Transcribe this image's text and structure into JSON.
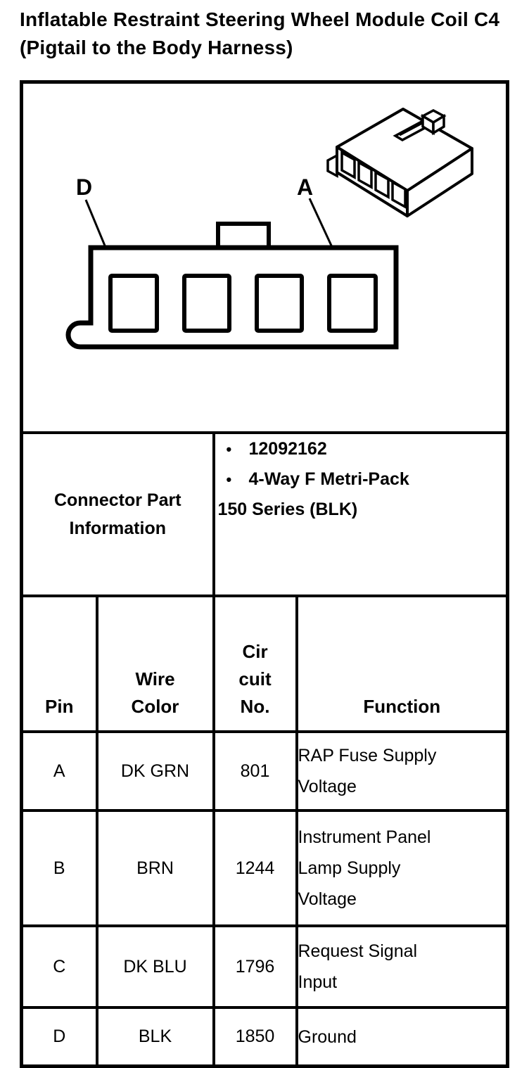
{
  "document": {
    "title_line1": "Inflatable Restraint Steering Wheel Module Coil C4",
    "title_line2": "(Pigtail to the Body Harness)"
  },
  "diagram": {
    "pin_label_left": "D",
    "pin_label_right": "A"
  },
  "connector_info": {
    "row_label": "Connector Part\nInformation",
    "bullet_char": "•",
    "bullets": [
      "12092162",
      "4-Way F Metri-Pack"
    ],
    "bullet_continuation": "150 Series (BLK)"
  },
  "pinout_table": {
    "headers": {
      "pin": "Pin",
      "wire_color": "Wire\nColor",
      "circuit_no": "Cir\ncuit\nNo.",
      "function": "Function"
    },
    "rows": [
      {
        "pin": "A",
        "wire_color": "DK GRN",
        "circuit_no": "801",
        "function": "RAP Fuse Supply\nVoltage"
      },
      {
        "pin": "B",
        "wire_color": "BRN",
        "circuit_no": "1244",
        "function": "Instrument Panel\nLamp Supply\nVoltage"
      },
      {
        "pin": "C",
        "wire_color": "DK BLU",
        "circuit_no": "1796",
        "function": "Request Signal\nInput"
      },
      {
        "pin": "D",
        "wire_color": "BLK",
        "circuit_no": "1850",
        "function": "Ground"
      }
    ]
  },
  "colors": {
    "ink": "#000000",
    "paper": "#ffffff"
  }
}
